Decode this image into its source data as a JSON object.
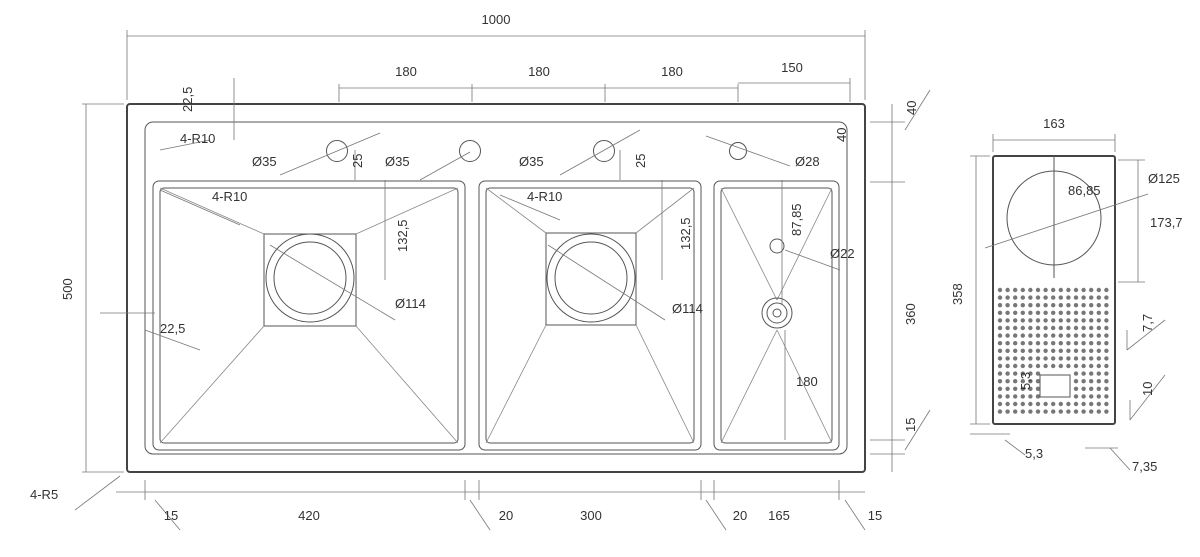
{
  "dimensions": {
    "overall_width": "1000",
    "hole_spacing_1": "180",
    "hole_spacing_2": "180",
    "hole_spacing_3": "180",
    "hole_offset_right": "150",
    "top_margin": "22,5",
    "top_right_40_a": "40",
    "top_right_40_b": "40",
    "overall_height": "500",
    "left_margin": "22,5",
    "right_height_360": "360",
    "right_bottom_15": "15",
    "bottom_15_left": "15",
    "bottom_420": "420",
    "bottom_20_a": "20",
    "bottom_300": "300",
    "bottom_20_b": "20",
    "bottom_165": "165",
    "bottom_15_right": "15",
    "hole_d35_1": "Ø35",
    "hole_d35_2": "Ø35",
    "hole_d35_3": "Ø35",
    "hole_d28": "Ø28",
    "hole_25_a": "25",
    "hole_25_b": "25",
    "radius_top": "4-R10",
    "radius_bowl1": "4-R10",
    "radius_bowl2": "4-R10",
    "corner_r5": "4-R5",
    "bowl1_132": "132,5",
    "bowl2_132": "132,5",
    "drain1_d114": "Ø114",
    "drain2_d114": "Ø114",
    "small_87": "87,85",
    "small_d22": "Ø22",
    "small_180": "180"
  },
  "side_view": {
    "width_163": "163",
    "d125": "Ø125",
    "inner_86": "86,85",
    "height_173": "173,7",
    "height_358": "358",
    "pitch_7_7": "7,7",
    "gap_10": "10",
    "hole_5_3_a": "5,3",
    "hole_5_3_b": "5,3",
    "edge_7_35": "7,35"
  }
}
